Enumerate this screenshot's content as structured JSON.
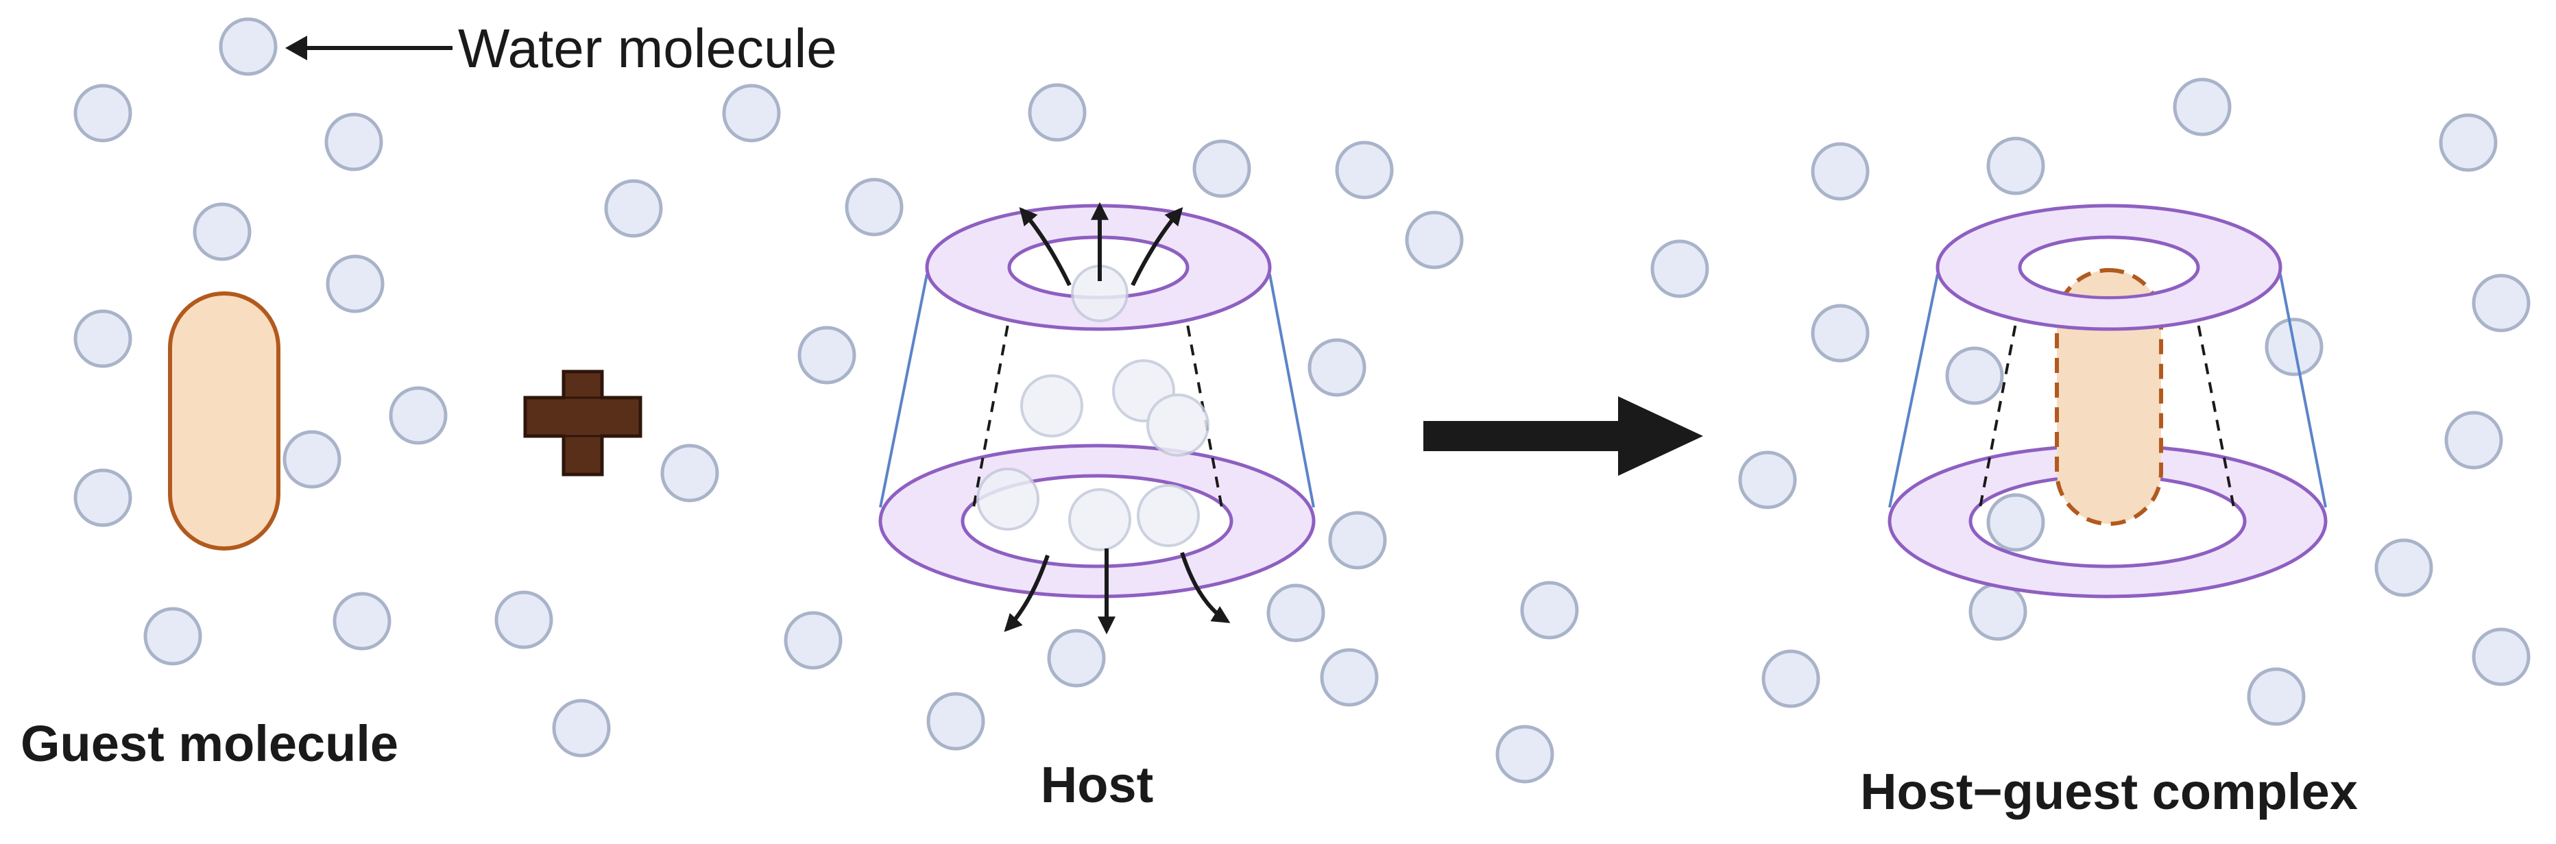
{
  "labels": {
    "water_molecule": "Water molecule",
    "guest_molecule": "Guest molecule",
    "host": "Host",
    "host_guest_complex": "Host−guest complex"
  },
  "colors": {
    "water_fill": "#e5eaf6",
    "water_stroke": "#a9b3c9",
    "guest_fill": "#f9ddc1",
    "guest_stroke": "#b25a1e",
    "cross_fill": "#5a2f1a",
    "cross_stroke": "#2e160a",
    "host_fill": "#efe4fa",
    "host_stroke": "#8e5fc1",
    "host_side": "#5b84c9",
    "arrow": "#1a1a1a"
  }
}
